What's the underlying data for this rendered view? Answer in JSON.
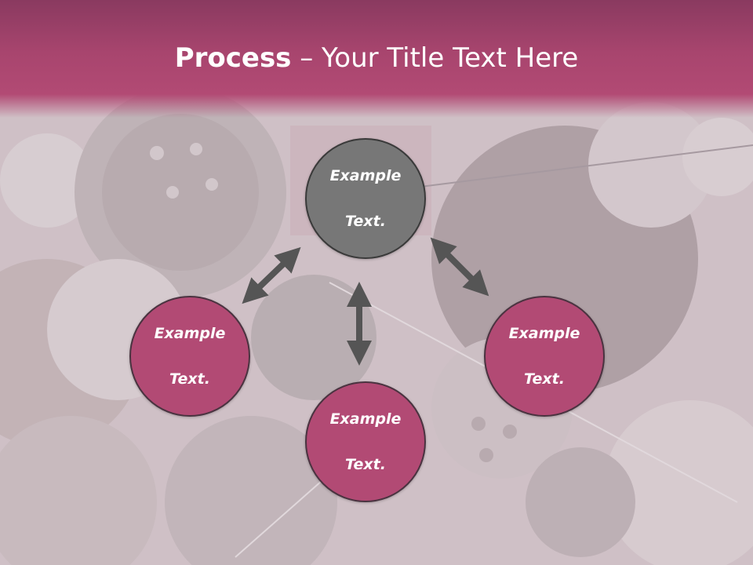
{
  "title": {
    "bold": "Process",
    "rest": " – Your Title Text Here"
  },
  "nodes": {
    "top": {
      "line1": "Example",
      "line2": "Text."
    },
    "left": {
      "line1": "Example",
      "line2": "Text."
    },
    "right": {
      "line1": "Example",
      "line2": "Text."
    },
    "bottom": {
      "line1": "Example",
      "line2": "Text."
    }
  },
  "colors": {
    "accent": "#b24a74",
    "center_node": "#777777",
    "arrow": "#555555",
    "title_band": "#a8456e"
  }
}
